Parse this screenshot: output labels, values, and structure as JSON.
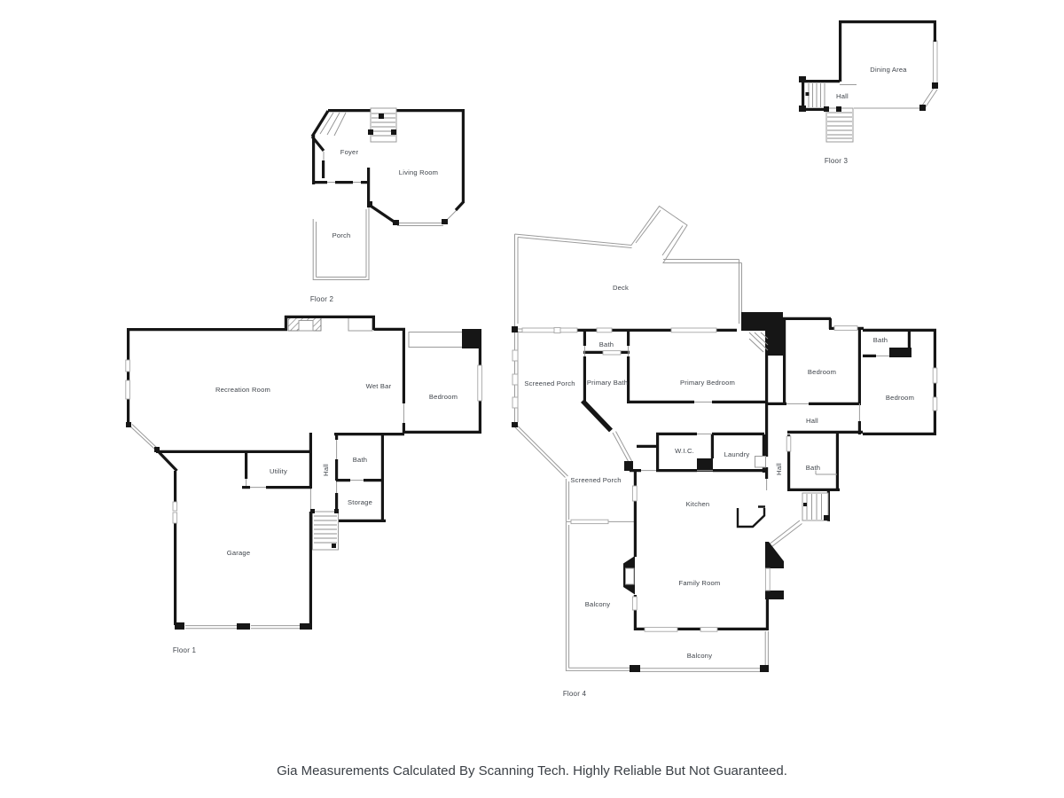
{
  "footer": {
    "disclaimer": "Gia Measurements Calculated By Scanning Tech. Highly Reliable But Not Guaranteed."
  },
  "colors": {
    "wall": "#161616",
    "thin_line": "#9b9b9b",
    "label": "#3f444b",
    "background": "#ffffff"
  },
  "floor1": {
    "label": "Floor 1",
    "rooms": {
      "recreation_room": "Recreation Room",
      "wet_bar": "Wet Bar",
      "bedroom": "Bedroom",
      "utility": "Utility",
      "hall": "Hall",
      "bath": "Bath",
      "storage": "Storage",
      "garage": "Garage"
    }
  },
  "floor2": {
    "label": "Floor 2",
    "rooms": {
      "foyer": "Foyer",
      "living_room": "Living Room",
      "porch": "Porch"
    }
  },
  "floor3": {
    "label": "Floor 3",
    "rooms": {
      "dining_area": "Dining Area",
      "hall": "Hall"
    }
  },
  "floor4": {
    "label": "Floor 4",
    "rooms": {
      "deck": "Deck",
      "screened_porch_upper": "Screened Porch",
      "bath_top": "Bath",
      "primary_bath": "Primary Bath",
      "primary_bedroom": "Primary Bedroom",
      "bedroom_west": "Bedroom",
      "bath_ne": "Bath",
      "bedroom_east": "Bedroom",
      "hall_upper": "Hall",
      "wic": "W.I.C.",
      "laundry": "Laundry",
      "hall_mid": "Hall",
      "bath_mid": "Bath",
      "screened_porch_lower": "Screened Porch",
      "kitchen": "Kitchen",
      "family_room": "Family Room",
      "balcony_west": "Balcony",
      "balcony_south": "Balcony"
    }
  }
}
